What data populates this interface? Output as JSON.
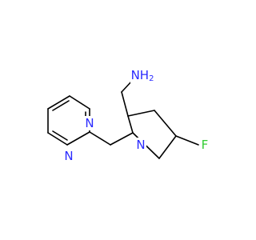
{
  "molecule": {
    "colors": {
      "bond": "#000000",
      "carbon": "#000000",
      "nitrogen": "#2a2aff",
      "fluorine": "#33cc33"
    },
    "atoms": {
      "amine_n": {
        "element": "N",
        "label": "NH2"
      },
      "ring_n": {
        "element": "N",
        "label": "N"
      },
      "fluorine": {
        "element": "F",
        "label": "F"
      },
      "pyrimidine_n_top": {
        "element": "N",
        "label": "N"
      },
      "pyrimidine_n_bottom": {
        "element": "N",
        "label": "N"
      }
    }
  }
}
